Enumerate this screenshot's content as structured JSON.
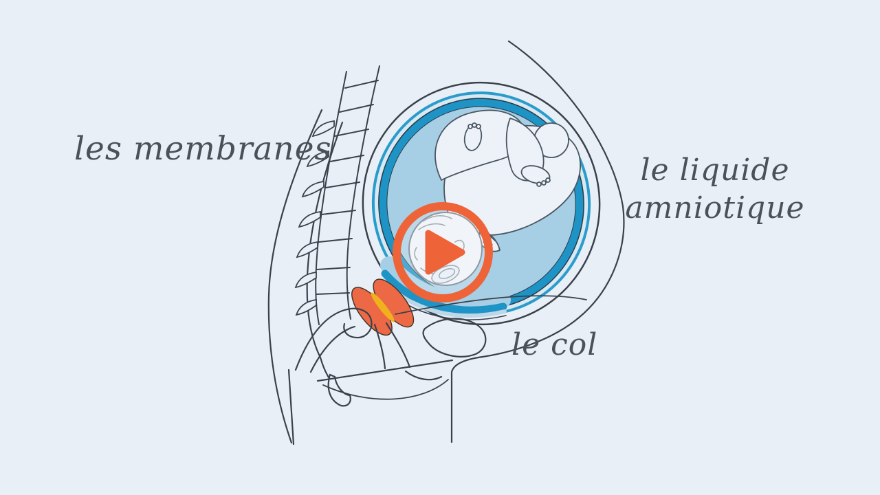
{
  "scene": {
    "kind": "educational-video-thumbnail",
    "language": "fr",
    "background_color": "#e9eff6"
  },
  "labels": {
    "membranes": "les membranes",
    "liquide_line1": "le liquide",
    "liquide_line2": "amniotique",
    "col": "le col"
  },
  "play_button": {
    "icon": "play-icon",
    "color": "#ee6338"
  },
  "illustration": {
    "subject": "side cross-section of pregnant pelvis with fetus head-down in the amniotic sac",
    "parts": [
      "spine",
      "sacrum",
      "uterus wall",
      "membranes",
      "amniotic fluid",
      "fetus",
      "cervix",
      "bladder region",
      "thigh"
    ],
    "colors": {
      "outline": "#39414b",
      "membrane_blue": "#1e93c6",
      "membrane_thin_blue": "#2a9ccb",
      "amniotic_fluid_blue": "#a6cee4",
      "membrane_gap_blue": "#d8e9f4",
      "cervix_orange": "#ed6844",
      "cervix_yellow": "#f0b11f",
      "label_text": "#4b5158"
    }
  }
}
